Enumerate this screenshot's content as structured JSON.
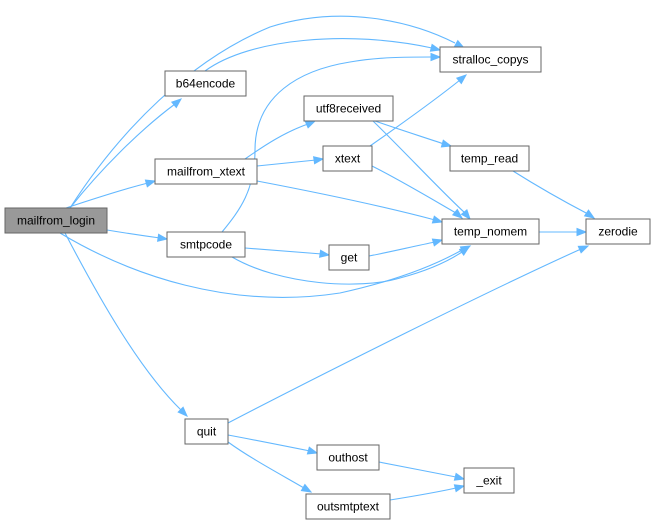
{
  "diagram": {
    "nodes": [
      {
        "id": "mailfrom_login",
        "label": "mailfrom_login",
        "root": true
      },
      {
        "id": "b64encode",
        "label": "b64encode"
      },
      {
        "id": "mailfrom_xtext",
        "label": "mailfrom_xtext"
      },
      {
        "id": "smtpcode",
        "label": "smtpcode"
      },
      {
        "id": "quit",
        "label": "quit"
      },
      {
        "id": "stralloc_copys",
        "label": "stralloc_copys"
      },
      {
        "id": "utf8received",
        "label": "utf8received"
      },
      {
        "id": "xtext",
        "label": "xtext"
      },
      {
        "id": "temp_read",
        "label": "temp_read"
      },
      {
        "id": "temp_nomem",
        "label": "temp_nomem"
      },
      {
        "id": "get",
        "label": "get"
      },
      {
        "id": "zerodie",
        "label": "zerodie"
      },
      {
        "id": "outhost",
        "label": "outhost"
      },
      {
        "id": "_exit",
        "label": "_exit"
      },
      {
        "id": "outsmtptext",
        "label": "outsmtptext"
      }
    ],
    "edges": [
      {
        "from": "mailfrom_login",
        "to": "stralloc_copys"
      },
      {
        "from": "mailfrom_login",
        "to": "b64encode"
      },
      {
        "from": "mailfrom_login",
        "to": "mailfrom_xtext"
      },
      {
        "from": "mailfrom_login",
        "to": "smtpcode"
      },
      {
        "from": "mailfrom_login",
        "to": "temp_nomem"
      },
      {
        "from": "mailfrom_login",
        "to": "quit"
      },
      {
        "from": "b64encode",
        "to": "stralloc_copys"
      },
      {
        "from": "mailfrom_xtext",
        "to": "utf8received"
      },
      {
        "from": "mailfrom_xtext",
        "to": "xtext"
      },
      {
        "from": "mailfrom_xtext",
        "to": "temp_nomem"
      },
      {
        "from": "smtpcode",
        "to": "stralloc_copys"
      },
      {
        "from": "smtpcode",
        "to": "get"
      },
      {
        "from": "smtpcode",
        "to": "temp_nomem"
      },
      {
        "from": "utf8received",
        "to": "temp_read"
      },
      {
        "from": "utf8received",
        "to": "temp_nomem"
      },
      {
        "from": "xtext",
        "to": "stralloc_copys"
      },
      {
        "from": "xtext",
        "to": "temp_nomem"
      },
      {
        "from": "temp_read",
        "to": "zerodie"
      },
      {
        "from": "temp_nomem",
        "to": "zerodie"
      },
      {
        "from": "get",
        "to": "temp_nomem"
      },
      {
        "from": "quit",
        "to": "zerodie"
      },
      {
        "from": "quit",
        "to": "outhost"
      },
      {
        "from": "quit",
        "to": "outsmtptext"
      },
      {
        "from": "outhost",
        "to": "_exit"
      },
      {
        "from": "outsmtptext",
        "to": "_exit"
      }
    ]
  },
  "colors": {
    "edge": "#63b8ff",
    "node_border": "#666666",
    "root_fill": "#999999",
    "node_fill": "#ffffff"
  }
}
